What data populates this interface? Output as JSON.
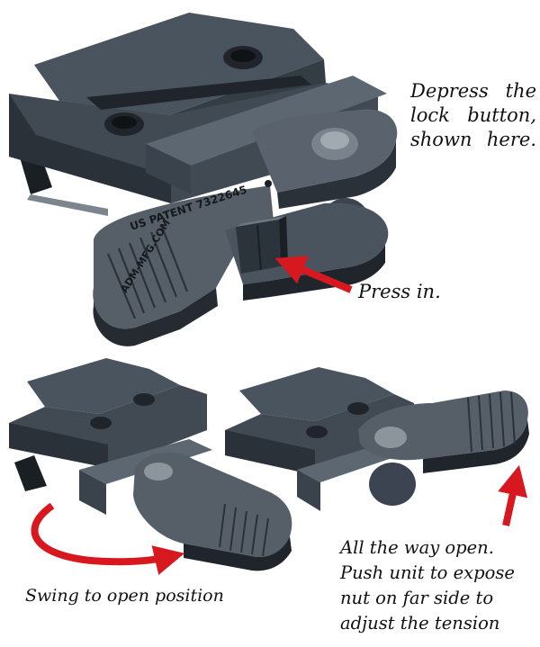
{
  "captions": {
    "depress": "Depress the\nlock button,\nshown here.",
    "press_in": "Press in.",
    "swing": "Swing to open position",
    "all_the_way": "All the way open.\nPush unit to expose\nnut on far side to\nadjust the tension"
  },
  "engravings": {
    "patent": "US PATENT 7322645",
    "site": "ADM-MFG.COM"
  },
  "colors": {
    "metal_top": "#4a545e",
    "metal_side": "#2a3138",
    "metal_dark": "#1a1f24",
    "lever_top": "#565f68",
    "arrow": "#d8181f"
  },
  "icons": {
    "arrow_press": "red-arrow-icon",
    "arrow_swing": "curved-red-arrow-icon",
    "arrow_up": "red-arrow-icon"
  }
}
